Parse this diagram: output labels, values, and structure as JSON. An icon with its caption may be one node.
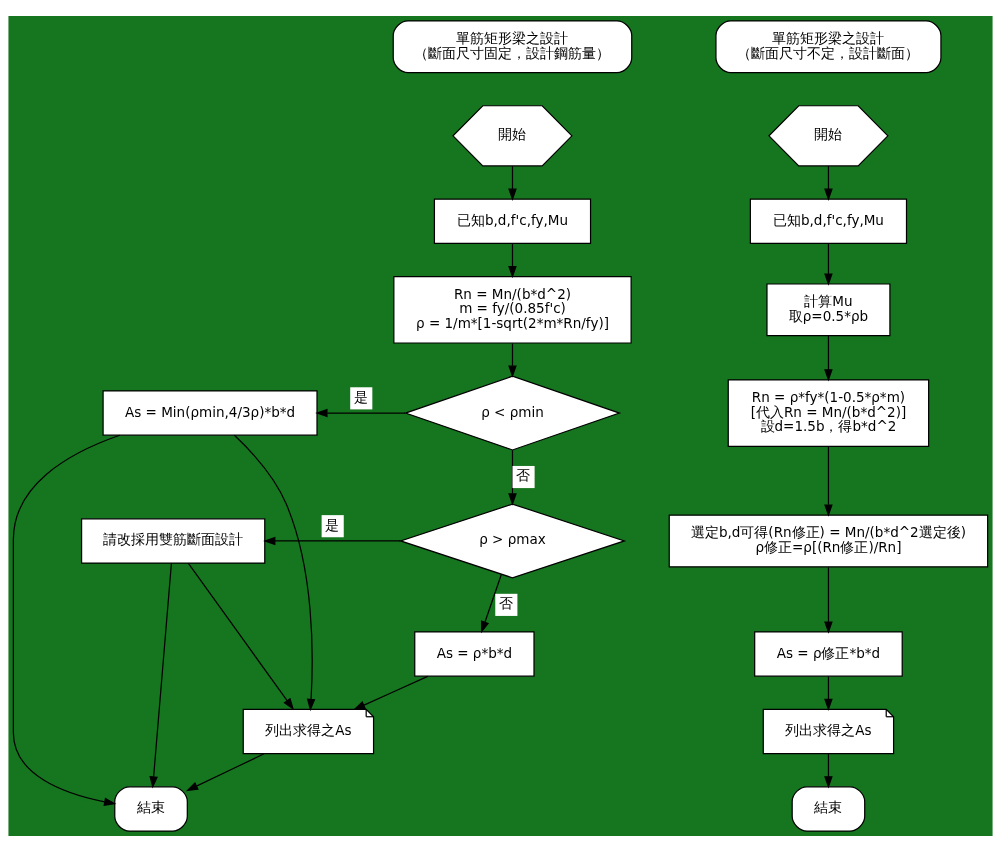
{
  "diagram": {
    "nodes": [
      {
        "text": [
          "單筋矩形梁之設計",
          "（斷面尺寸固定，設計鋼筋量）"
        ]
      },
      {
        "text": [
          "單筋矩形梁之設計",
          "（斷面尺寸不定，設計斷面）"
        ]
      },
      {
        "text": [
          "開始"
        ]
      },
      {
        "text": [
          "已知b,d,f'c,fy,Mu"
        ]
      },
      {
        "text": [
          "Rn = Mn/(b*d^2)",
          "m = fy/(0.85f'c)",
          "ρ = 1/m*[1-sqrt(2*m*Rn/fy)]"
        ]
      },
      {
        "text": [
          "ρ < ρmin"
        ]
      },
      {
        "text": [
          "As = Min(ρmin,4/3ρ)*b*d"
        ]
      },
      {
        "text": [
          "ρ > ρmax"
        ]
      },
      {
        "text": [
          "請改採用雙筋斷面設計"
        ]
      },
      {
        "text": [
          "As = ρ*b*d"
        ]
      },
      {
        "text": [
          "列出求得之As"
        ]
      },
      {
        "text": [
          "結束"
        ]
      },
      {
        "text": [
          "開始"
        ]
      },
      {
        "text": [
          "已知b,d,f'c,fy,Mu"
        ]
      },
      {
        "text": [
          "計算Mu",
          "取ρ=0.5*ρb"
        ]
      },
      {
        "text": [
          "Rn = ρ*fy*(1-0.5*ρ*m)",
          "[代入Rn = Mn/(b*d^2)]",
          "設d=1.5b，得b*d^2"
        ]
      },
      {
        "text": [
          "選定b,d可得(Rn修正) = Mn/(b*d^2選定後)",
          "ρ修正=ρ[(Rn修正)/Rn]"
        ]
      },
      {
        "text": [
          "As = ρ修正*b*d"
        ]
      },
      {
        "text": [
          "列出求得之As"
        ]
      },
      {
        "text": [
          "結束"
        ]
      }
    ],
    "edges": [
      {
        "from": 2,
        "to": 3,
        "arrow": "to"
      },
      {
        "from": 3,
        "to": 4,
        "arrow": "to"
      },
      {
        "from": 4,
        "to": 5,
        "arrow": "to"
      },
      {
        "from": 5,
        "to": 6,
        "arrow": "to",
        "label": "是"
      },
      {
        "from": 5,
        "to": 7,
        "arrow": "to",
        "label": "否"
      },
      {
        "from": 7,
        "to": 8,
        "arrow": "to",
        "label": "是"
      },
      {
        "from": 7,
        "to": 9,
        "arrow": "to",
        "label": "否"
      },
      {
        "from": 9,
        "to": 10,
        "arrow": "to"
      },
      {
        "from": 6,
        "to": 10,
        "arrow": "to"
      },
      {
        "from": 6,
        "to": 11,
        "arrow": "to"
      },
      {
        "from": 8,
        "to": 10,
        "arrow": "to"
      },
      {
        "from": 8,
        "to": 11,
        "arrow": "to"
      },
      {
        "from": 10,
        "to": 11,
        "arrow": "to"
      },
      {
        "from": 12,
        "to": 13,
        "arrow": "to"
      },
      {
        "from": 13,
        "to": 14,
        "arrow": "to"
      },
      {
        "from": 14,
        "to": 15,
        "arrow": "to"
      },
      {
        "from": 15,
        "to": 16,
        "arrow": "to"
      },
      {
        "from": 16,
        "to": 17,
        "arrow": "to"
      },
      {
        "from": 17,
        "to": 18,
        "arrow": "to"
      },
      {
        "from": 18,
        "to": 19,
        "arrow": "to"
      }
    ]
  }
}
